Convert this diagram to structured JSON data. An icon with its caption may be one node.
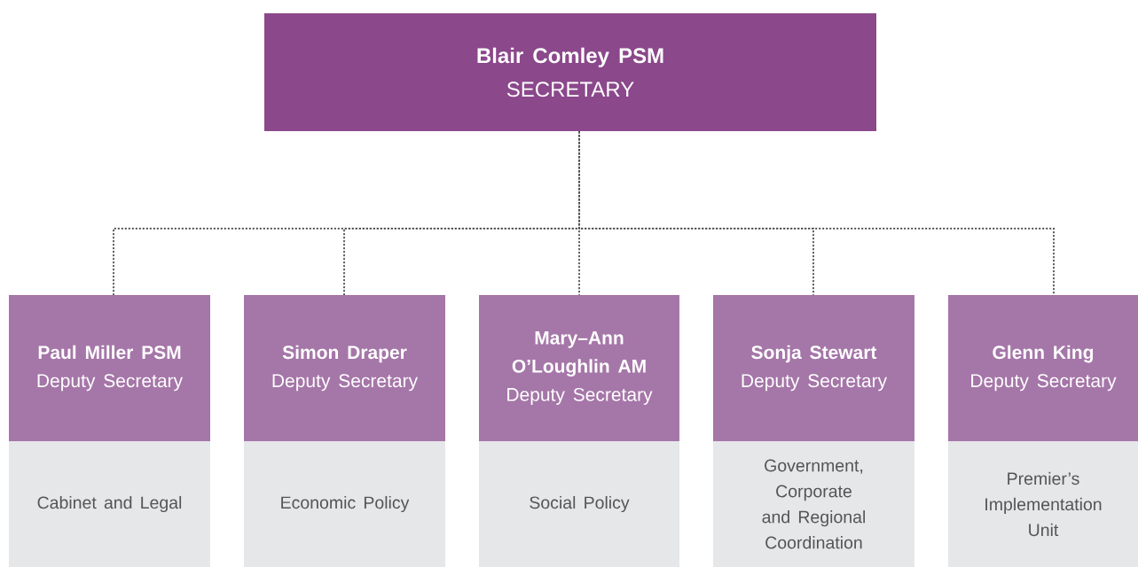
{
  "diagram": {
    "nodes": [
      {
        "text": [
          "Blair Comley PSM",
          "SECRETARY"
        ]
      },
      {
        "text": [
          "Paul Miller PSM",
          "Deputy Secretary"
        ]
      },
      {
        "text": [
          "Simon Draper",
          "Deputy Secretary"
        ]
      },
      {
        "text": [
          "Mary–Ann O’Loughlin AM",
          "Deputy Secretary"
        ]
      },
      {
        "text": [
          "Sonja Stewart",
          "Deputy Secretary"
        ]
      },
      {
        "text": [
          "Glenn King",
          "Deputy Secretary"
        ]
      },
      {
        "text": [
          "Cabinet and Legal"
        ]
      },
      {
        "text": [
          "Economic Policy"
        ]
      },
      {
        "text": [
          "Social Policy"
        ]
      },
      {
        "text": [
          "Government, Corporate and Regional Coordination"
        ]
      },
      {
        "text": [
          "Premier’s Implementation Unit"
        ]
      }
    ],
    "edges": [
      {
        "from": 0,
        "to": 1,
        "arrow": "none",
        "style": "dashed"
      },
      {
        "from": 0,
        "to": 2,
        "arrow": "none",
        "style": "dashed"
      },
      {
        "from": 0,
        "to": 3,
        "arrow": "none",
        "style": "dashed"
      },
      {
        "from": 0,
        "to": 4,
        "arrow": "none",
        "style": "dashed"
      },
      {
        "from": 0,
        "to": 5,
        "arrow": "none",
        "style": "dashed"
      }
    ]
  }
}
